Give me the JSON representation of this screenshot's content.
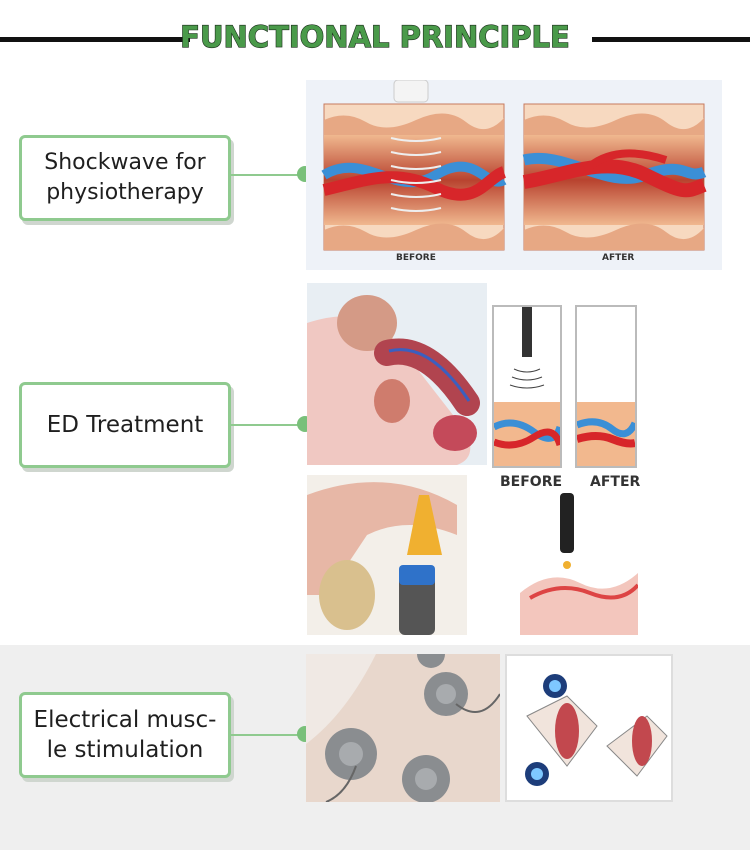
{
  "header": {
    "title": "FUNCTIONAL PRINCIPLE"
  },
  "sections": [
    {
      "label": "Shockwave for physiotherapy",
      "captions": [
        "BEFORE",
        "AFTER"
      ]
    },
    {
      "label": "ED Treatment",
      "captions": [
        "BEFORE",
        "AFTER"
      ]
    },
    {
      "label": "Electrical musc-le stimulation"
    }
  ],
  "colors": {
    "accent_green": "#79c07a",
    "box_border": "#8fca8f",
    "title_green": "#4a9a4a",
    "vein_blue": "#3b8fd6",
    "artery_red": "#d7262a"
  }
}
